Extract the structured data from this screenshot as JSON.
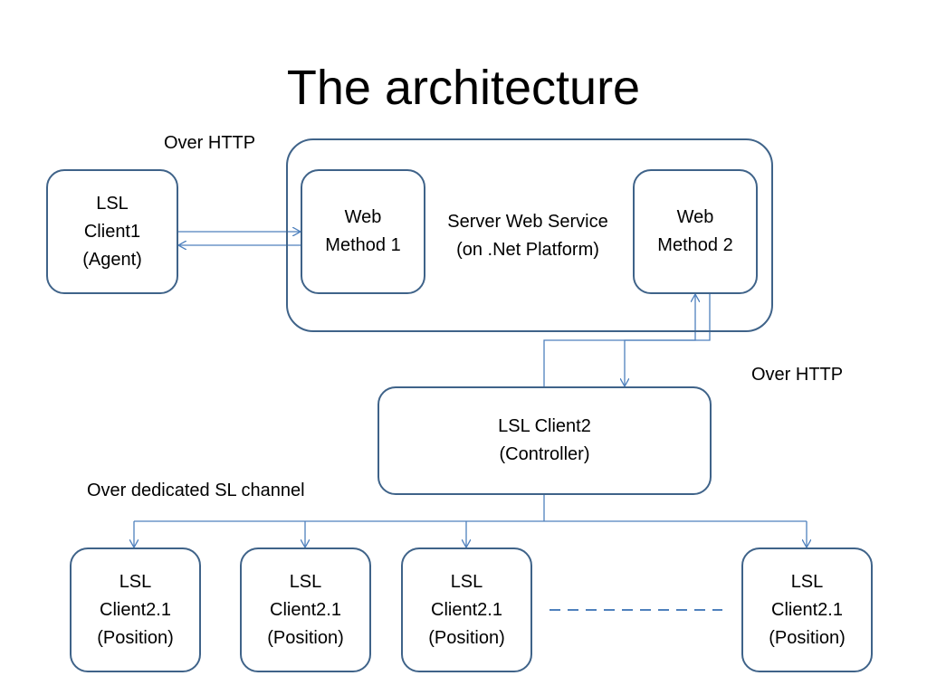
{
  "title": "The architecture",
  "labels": {
    "http_top": "Over HTTP",
    "http_right": "Over HTTP",
    "sl_channel": "Over dedicated SL channel"
  },
  "server": {
    "title_line1": "Server Web Service",
    "title_line2": "(on .Net Platform)",
    "method1": [
      "Web",
      "Method 1"
    ],
    "method2": [
      "Web",
      "Method 2"
    ]
  },
  "client1": [
    "LSL",
    "Client1",
    "(Agent)"
  ],
  "client2": [
    "LSL Client2",
    "(Controller)"
  ],
  "positions": [
    [
      "LSL",
      "Client2.1",
      "(Position)"
    ],
    [
      "LSL",
      "Client2.1",
      "(Position)"
    ],
    [
      "LSL",
      "Client2.1",
      "(Position)"
    ],
    [
      "LSL",
      "Client2.1",
      "(Position)"
    ]
  ],
  "colors": {
    "box_border": "#3f6389",
    "connector": "#4f81bd"
  }
}
